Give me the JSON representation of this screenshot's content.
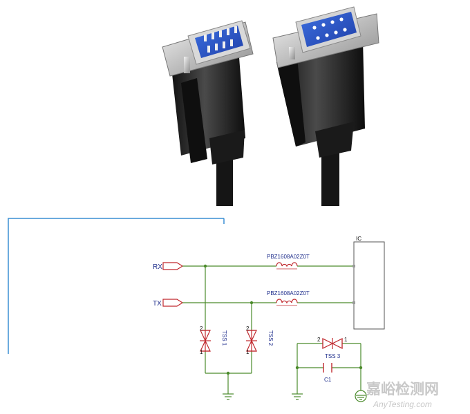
{
  "schematic": {
    "signals": [
      "RX",
      "TX"
    ],
    "ferrite_label": "PBZ1608A02Z0T",
    "ic_label": "IC",
    "tss1_label": "TSS 1",
    "tss2_label": "TSS 2",
    "tss3_label": "TSS 3",
    "cap_label": "C1",
    "pin_2": "2",
    "pin_1": "1"
  },
  "watermark": {
    "cn": "嘉峪检测网",
    "en": "AnyTesting.com"
  },
  "colors": {
    "wire": "#4a8a2a",
    "component": "#c0282d",
    "label": "#1f2e8c",
    "frame": "#3a8fd4",
    "watermark": "#c8c8c8"
  }
}
